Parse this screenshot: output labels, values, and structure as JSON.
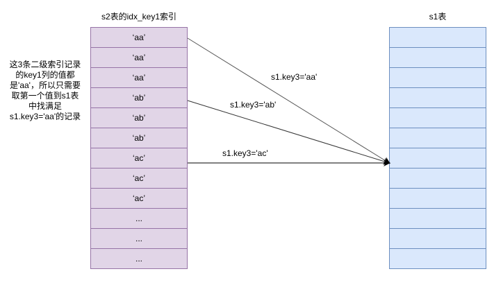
{
  "left_table": {
    "title": "s2表的idx_key1索引",
    "rows": [
      "‘aa’",
      "‘aa’",
      "‘aa’",
      "‘ab’",
      "‘ab’",
      "‘ab’",
      "‘ac’",
      "‘ac’",
      "‘ac’",
      "...",
      "...",
      "..."
    ]
  },
  "right_table": {
    "title": "s1表",
    "row_count": 12
  },
  "note": {
    "lines": [
      "这3条二级索引记录",
      "的key1列的值都",
      "是'aa'，所以只需要",
      "取第一个值到s1表",
      "中找满足",
      "s1.key3='aa'的记录"
    ]
  },
  "arrows": [
    {
      "label": "s1.key3='aa'",
      "from_row": 0,
      "to_row": 6
    },
    {
      "label": "s1.key3='ab'",
      "from_row": 3,
      "to_row": 6
    },
    {
      "label": "s1.key3='ac'",
      "from_row": 6,
      "to_row": 6
    }
  ],
  "colors": {
    "left_fill": "#e1d5e7",
    "left_stroke": "#9673a6",
    "right_fill": "#dae8fc",
    "right_stroke": "#6c8ebf"
  }
}
